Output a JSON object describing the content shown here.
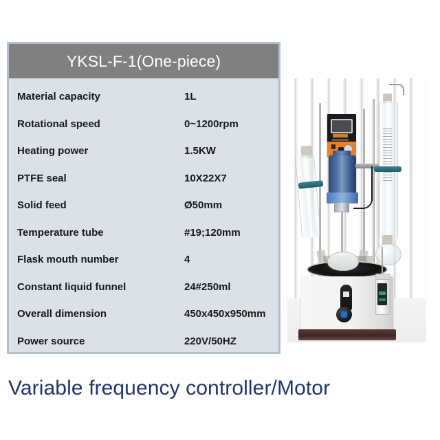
{
  "spec_table": {
    "title": "YKSL-F-1(One-piece)",
    "header_bg": "#808080",
    "header_text_color": "#ffffff",
    "body_bg": "#dce1e8",
    "border_color": "#b3bfcc",
    "rows": [
      {
        "label": "Material capacity",
        "value": "1L"
      },
      {
        "label": "Rotational speed",
        "value": "0~1200rpm"
      },
      {
        "label": "Heating power",
        "value": "1.5KW"
      },
      {
        "label": "PTFE seal",
        "value": "10X22X7"
      },
      {
        "label": "Solid feed",
        "value": "Ø50mm"
      },
      {
        "label": "Temperature tube",
        "value": "#19;120mm"
      },
      {
        "label": "Flask mouth number",
        "value": "4"
      },
      {
        "label": "Constant liquid funnel",
        "value": "24#250ml"
      },
      {
        "label": "Overall dimension",
        "value": "450x450x950mm"
      },
      {
        "label": "Power source",
        "value": "220V/50HZ"
      }
    ]
  },
  "product_photo": {
    "alt": "Glass jacketed lab reactor with variable frequency controller and motor, condenser and dropping funnel on striped white backdrop",
    "icons": {
      "control_panel": "control-panel-icon",
      "motor": "motor-icon",
      "condenser": "condenser-icon",
      "funnel": "dropping-funnel-icon",
      "probe": "digital-thermometer-icon",
      "knob": "control-knob-icon"
    },
    "colors": {
      "motor_blue": "#4a6fa5",
      "panel_orange": "#ef7f1f",
      "panel_black": "#1b1b1d",
      "base_brown": "#3f2724",
      "clamp_teal": "#2f6d7b",
      "knob_blue": "#1f6fd0"
    }
  },
  "caption": {
    "text": "Variable frequency controller/Motor",
    "color": "#1f3473"
  }
}
